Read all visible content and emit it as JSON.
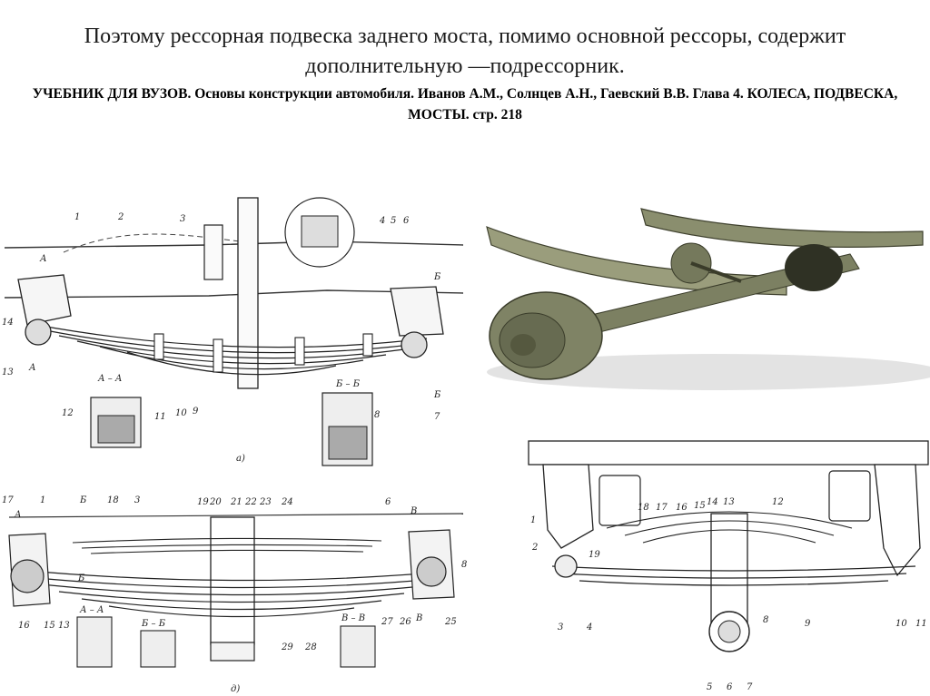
{
  "title": "Поэтому рессорная подвеска заднего моста, помимо основной рессоры, содержит дополнительную —подрессорник.",
  "source": "УЧЕБНИК ДЛЯ ВУЗОВ. Основы конструкции автомобиля. Иванов А.М., Солнцев А.Н., Гаевский В.В. Глава 4. КОЛЕСА, ПОДВЕСКА, МОСТЫ. стр. 218",
  "figures": {
    "a": {
      "numbers": [
        "1",
        "2",
        "3",
        "4",
        "5",
        "6",
        "14",
        "13",
        "12",
        "11",
        "10",
        "9",
        "8",
        "7"
      ],
      "section_labels": [
        "А",
        "А",
        "Б",
        "Б",
        "А – А",
        "Б – Б"
      ],
      "caption": "а)"
    },
    "d": {
      "numbers": [
        "17",
        "1",
        "18",
        "3",
        "19",
        "20",
        "21",
        "22",
        "23",
        "24",
        "6",
        "8",
        "16",
        "15",
        "13",
        "27",
        "26",
        "25",
        "29",
        "28"
      ],
      "section_labels": [
        "А",
        "Б",
        "Б",
        "В",
        "В",
        "А – А",
        "Б – Б",
        "В – В"
      ],
      "caption": "д)"
    },
    "c": {
      "numbers": [
        "1",
        "18",
        "17",
        "16",
        "15",
        "14",
        "13",
        "12",
        "2",
        "19",
        "3",
        "4",
        "5",
        "6",
        "7",
        "8",
        "9",
        "10",
        "11"
      ]
    }
  }
}
